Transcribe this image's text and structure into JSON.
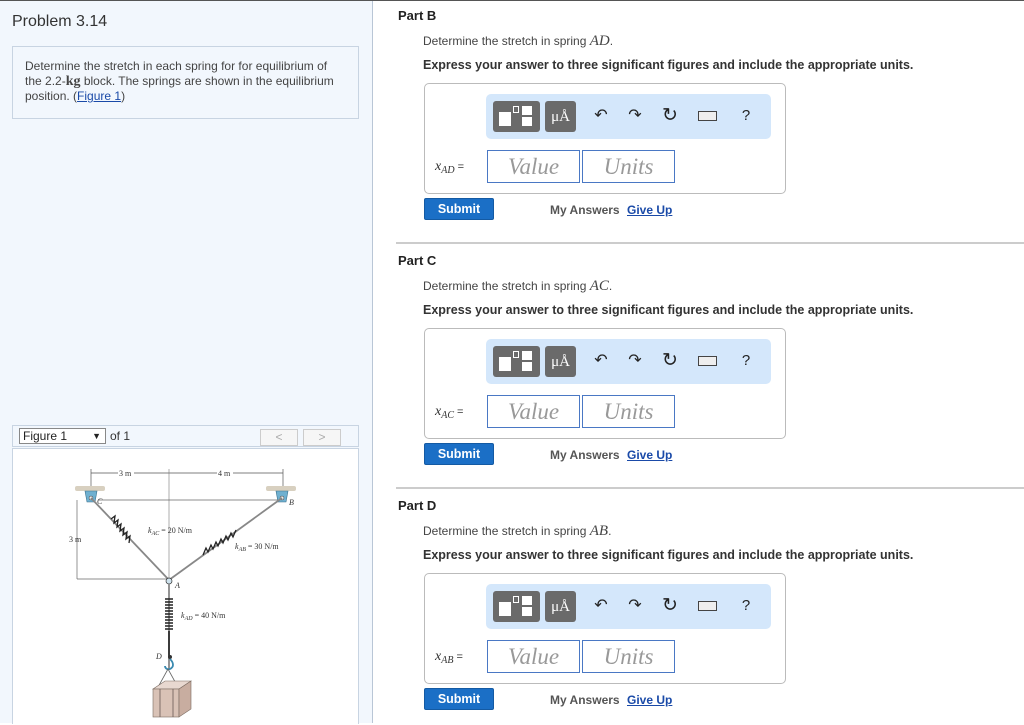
{
  "problem": {
    "title": "Problem 3.14",
    "text_before_math": "Determine the stretch in each spring for for equilibrium of the 2.2-",
    "math_unit": "kg",
    "text_after_math": " block. The springs are shown in the equilibrium position. (",
    "figure_link": "Figure 1",
    "text_close": ")"
  },
  "figure_nav": {
    "selected": "Figure 1",
    "of_label": "of 1",
    "prev_label": "<",
    "next_label": ">"
  },
  "figure": {
    "dim_top_left": "3 m",
    "dim_top_right": "4 m",
    "dim_left": "3 m",
    "point_c": "C",
    "point_b": "B",
    "point_a": "A",
    "point_d": "D",
    "k_ac": "k",
    "k_ac_sub": "AC",
    "k_ac_val": " = 20 N/m",
    "k_ab": "k",
    "k_ab_sub": "AB",
    "k_ab_val": " = 30 N/m",
    "k_ad": "k",
    "k_ad_sub": "AD",
    "k_ad_val": " = 40 N/m"
  },
  "toolbar": {
    "units_label": "μÅ",
    "undo_icon": "↶",
    "redo_icon": "↷",
    "reset_icon": "↻",
    "help_label": "?"
  },
  "parts": [
    {
      "title": "Part B",
      "question_prefix": "Determine the stretch in spring ",
      "spring": "AD",
      "question_suffix": ".",
      "instruction": "Express your answer to three significant figures and include the appropriate units.",
      "var": "x",
      "var_sub": "AD",
      "eq": " =",
      "value_placeholder": "Value",
      "units_placeholder": "Units",
      "submit": "Submit",
      "my_answers": "My Answers",
      "give_up": "Give Up"
    },
    {
      "title": "Part C",
      "question_prefix": "Determine the stretch in spring ",
      "spring": "AC",
      "question_suffix": ".",
      "instruction": "Express your answer to three significant figures and include the appropriate units.",
      "var": "x",
      "var_sub": "AC",
      "eq": " =",
      "value_placeholder": "Value",
      "units_placeholder": "Units",
      "submit": "Submit",
      "my_answers": "My Answers",
      "give_up": "Give Up"
    },
    {
      "title": "Part D",
      "question_prefix": "Determine the stretch in spring ",
      "spring": "AB",
      "question_suffix": ".",
      "instruction": "Express your answer to three significant figures and include the appropriate units.",
      "var": "x",
      "var_sub": "AB",
      "eq": " =",
      "value_placeholder": "Value",
      "units_placeholder": "Units",
      "submit": "Submit",
      "my_answers": "My Answers",
      "give_up": "Give Up"
    }
  ],
  "colors": {
    "left_bg": "#f2f7fd",
    "toolbar_bg": "#d4e7fb",
    "submit_bg": "#1b6fc6",
    "link": "#1a4aa8"
  }
}
